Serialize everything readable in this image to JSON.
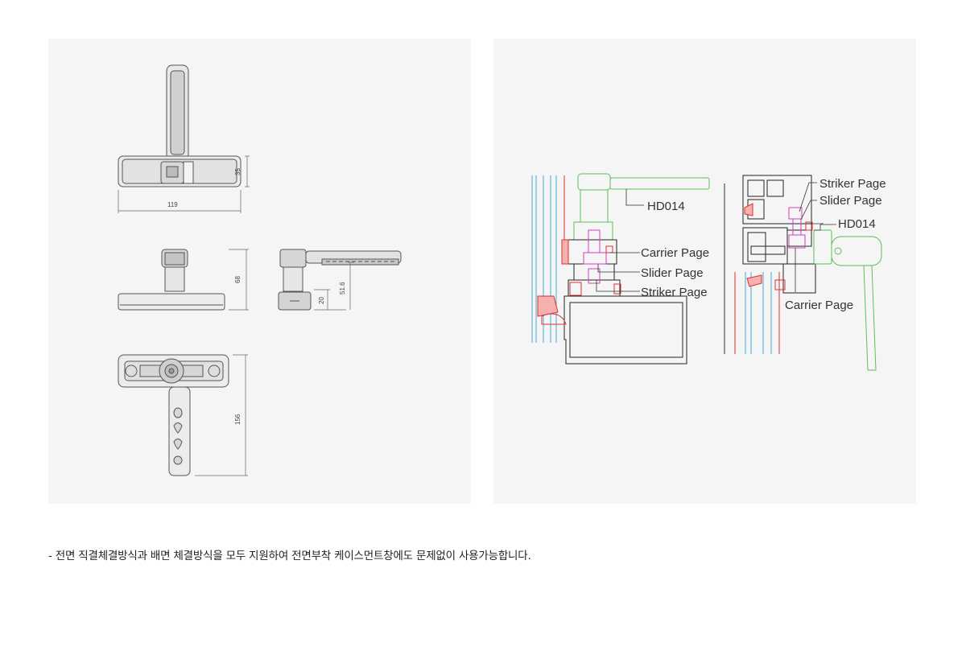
{
  "left_panel": {
    "dimensions": {
      "top_view_height": "35",
      "top_view_width": "119",
      "front_view_height": "68",
      "side_view_total": "51.6",
      "side_view_base": "20",
      "bottom_view_length": "156"
    }
  },
  "right_panel": {
    "left_section_labels": {
      "handle": "HD014",
      "carrier": "Carrier Page",
      "slider": "Slider Page",
      "striker": "Striker Page"
    },
    "right_section_labels": {
      "striker": "Striker Page",
      "slider": "Slider Page",
      "handle": "HD014",
      "carrier": "Carrier Page"
    }
  },
  "caption": "- 전면 직결체결방식과 배면 체결방식을 모두 지원하여 전면부착 케이스먼트창에도 문제없이 사용가능합니다."
}
